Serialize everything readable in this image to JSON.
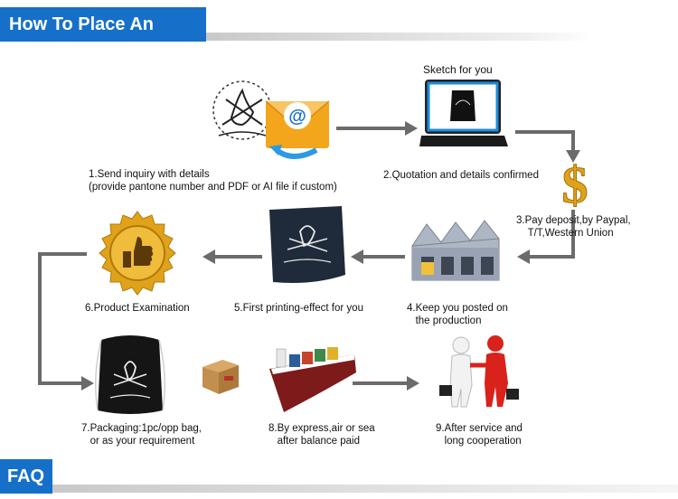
{
  "header": {
    "title": "How To Place An Order"
  },
  "footer": {
    "label": "FAQ"
  },
  "sketch_caption": "Sketch for you",
  "steps": [
    {
      "label": "1.Send inquiry with details\n(provide pantone number and PDF or AI file if custom)",
      "icon": "email-icon"
    },
    {
      "label": "2.Quotation and details confirmed",
      "icon": "laptop-icon"
    },
    {
      "label": "3.Pay deposit,by Paypal,\n    T/T,Western Union",
      "icon": "dollar-icon"
    },
    {
      "label": "4.Keep you posted on\n   the production",
      "icon": "factory-icon"
    },
    {
      "label": "5.First printing-effect for you",
      "icon": "printed-fabric-icon"
    },
    {
      "label": "6.Product Examination",
      "icon": "thumbs-up-medal-icon"
    },
    {
      "label": "7.Packaging:1pc/opp bag,\n   or as your requirement",
      "icon": "drawstring-bag-icon"
    },
    {
      "label": "8.By express,air or sea\n   after balance paid",
      "icon": "cargo-ship-icon"
    },
    {
      "label": "9.After service and\n   long cooperation",
      "icon": "handshake-icon"
    }
  ],
  "colors": {
    "brand_blue": "#1670c9",
    "arrow_gray": "#6b6b6b",
    "gold": "#e0a21a",
    "red_figure": "#d9221b"
  }
}
